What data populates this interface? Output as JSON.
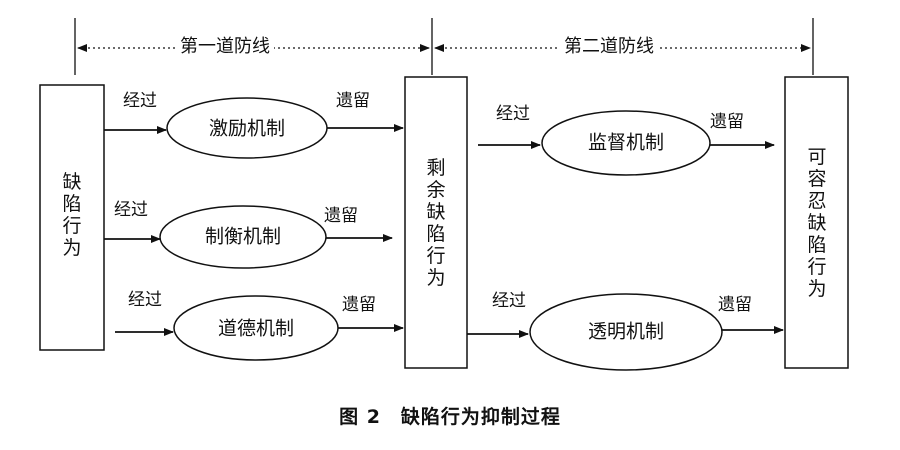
{
  "lines": {
    "first": "第一道防线",
    "second": "第二道防线"
  },
  "boxes": {
    "left": "缺陷行为",
    "middle": "剩余缺陷行为",
    "right": "可容忍缺陷行为"
  },
  "mechanisms": {
    "incentive": "激励机制",
    "checks": "制衡机制",
    "ethics": "道德机制",
    "supervision": "监督机制",
    "transparency": "透明机制"
  },
  "edge_labels": {
    "pass": "经过",
    "residual": "遗留"
  },
  "caption": "图 2　缺陷行为抑制过程"
}
